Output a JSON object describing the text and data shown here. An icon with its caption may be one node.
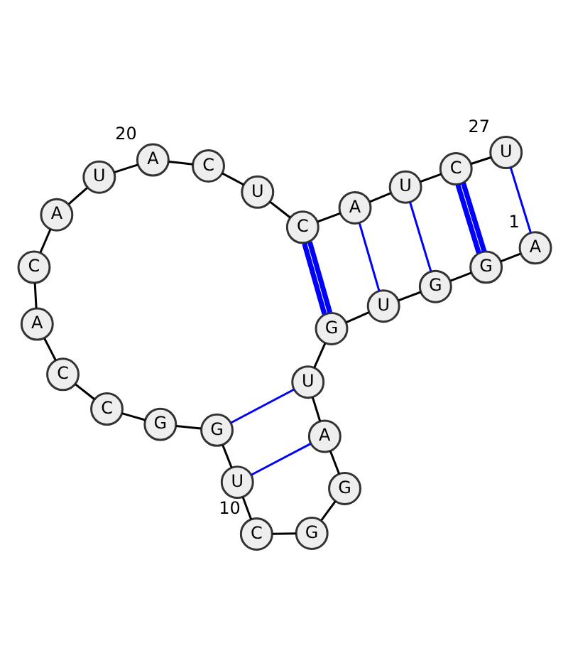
{
  "diagram": {
    "nodes": [
      {
        "text": [
          "A"
        ],
        "beside": [
          "1"
        ]
      },
      {
        "text": [
          "G"
        ]
      },
      {
        "text": [
          "G"
        ]
      },
      {
        "text": [
          "U"
        ]
      },
      {
        "text": [
          "G"
        ]
      },
      {
        "text": [
          "U"
        ]
      },
      {
        "text": [
          "A"
        ]
      },
      {
        "text": [
          "G"
        ]
      },
      {
        "text": [
          "G"
        ]
      },
      {
        "text": [
          "C"
        ],
        "beside": [
          "10"
        ]
      },
      {
        "text": [
          "U"
        ]
      },
      {
        "text": [
          "G"
        ]
      },
      {
        "text": [
          "G"
        ]
      },
      {
        "text": [
          "C"
        ]
      },
      {
        "text": [
          "C"
        ]
      },
      {
        "text": [
          "A"
        ]
      },
      {
        "text": [
          "C"
        ]
      },
      {
        "text": [
          "A"
        ]
      },
      {
        "text": [
          "U"
        ]
      },
      {
        "text": [
          "A"
        ],
        "beside": [
          "20"
        ]
      },
      {
        "text": [
          "C"
        ]
      },
      {
        "text": [
          "U"
        ]
      },
      {
        "text": [
          "C"
        ]
      },
      {
        "text": [
          "A"
        ]
      },
      {
        "text": [
          "U"
        ]
      },
      {
        "text": [
          "C"
        ]
      },
      {
        "text": [
          "U"
        ],
        "beside": [
          "27"
        ]
      }
    ],
    "edges": [
      {
        "from": 0,
        "to": 1,
        "arrow": "none"
      },
      {
        "from": 1,
        "to": 2,
        "arrow": "none"
      },
      {
        "from": 2,
        "to": 3,
        "arrow": "none"
      },
      {
        "from": 3,
        "to": 4,
        "arrow": "none"
      },
      {
        "from": 4,
        "to": 5,
        "arrow": "none"
      },
      {
        "from": 5,
        "to": 6,
        "arrow": "none"
      },
      {
        "from": 6,
        "to": 7,
        "arrow": "none"
      },
      {
        "from": 7,
        "to": 8,
        "arrow": "none"
      },
      {
        "from": 8,
        "to": 9,
        "arrow": "none"
      },
      {
        "from": 9,
        "to": 10,
        "arrow": "none"
      },
      {
        "from": 10,
        "to": 11,
        "arrow": "none"
      },
      {
        "from": 11,
        "to": 12,
        "arrow": "none"
      },
      {
        "from": 12,
        "to": 13,
        "arrow": "none"
      },
      {
        "from": 13,
        "to": 14,
        "arrow": "none"
      },
      {
        "from": 14,
        "to": 15,
        "arrow": "none"
      },
      {
        "from": 15,
        "to": 16,
        "arrow": "none"
      },
      {
        "from": 16,
        "to": 17,
        "arrow": "none"
      },
      {
        "from": 17,
        "to": 18,
        "arrow": "none"
      },
      {
        "from": 18,
        "to": 19,
        "arrow": "none"
      },
      {
        "from": 19,
        "to": 20,
        "arrow": "none"
      },
      {
        "from": 20,
        "to": 21,
        "arrow": "none"
      },
      {
        "from": 21,
        "to": 22,
        "arrow": "none"
      },
      {
        "from": 22,
        "to": 23,
        "arrow": "none"
      },
      {
        "from": 23,
        "to": 24,
        "arrow": "none"
      },
      {
        "from": 24,
        "to": 25,
        "arrow": "none"
      },
      {
        "from": 25,
        "to": 26,
        "arrow": "none"
      },
      {
        "from": 0,
        "to": 26,
        "arrow": "none",
        "color": "#0000ff"
      },
      {
        "from": 1,
        "to": 25,
        "arrow": "none",
        "color": "#0000ff",
        "style": "thick"
      },
      {
        "from": 2,
        "to": 24,
        "arrow": "none",
        "color": "#0000ff"
      },
      {
        "from": 3,
        "to": 23,
        "arrow": "none",
        "color": "#0000ff"
      },
      {
        "from": 4,
        "to": 22,
        "arrow": "none",
        "color": "#0000ff",
        "style": "thick"
      },
      {
        "from": 5,
        "to": 11,
        "arrow": "none",
        "color": "#0000ff"
      },
      {
        "from": 6,
        "to": 10,
        "arrow": "none",
        "color": "#0000ff"
      }
    ]
  }
}
